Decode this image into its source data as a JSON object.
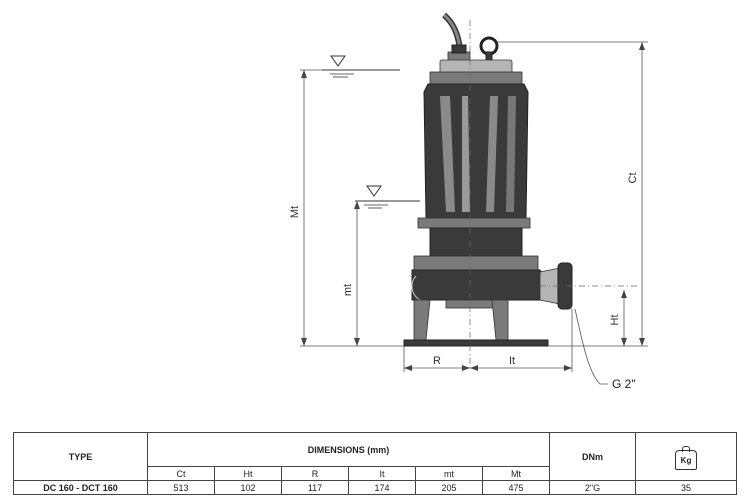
{
  "diagram": {
    "labels": {
      "Ct": "Ct",
      "Mt": "Mt",
      "mt": "mt",
      "Ht": "Ht",
      "R": "R",
      "It": "It",
      "G": "G 2\""
    }
  },
  "table": {
    "type_header": "TYPE",
    "dimensions_header": "DIMENSIONS (mm)",
    "dn_header": "DNm",
    "weight_icon_label": "Kg",
    "weight_icon": "weight-kg-icon",
    "columns": [
      "Ct",
      "Ht",
      "R",
      "It",
      "mt",
      "Mt"
    ],
    "rows": [
      {
        "type": "DC 160 - DCT 160",
        "values": [
          "513",
          "102",
          "117",
          "174",
          "205",
          "475"
        ],
        "dn": "2\"G",
        "weight": "35"
      }
    ]
  }
}
